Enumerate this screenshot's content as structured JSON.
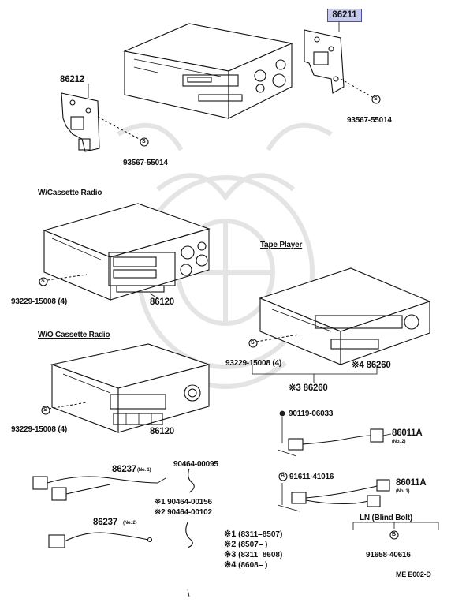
{
  "labels": {
    "p86211": "86211",
    "p86212": "86212",
    "screw_top_right": "93567-55014",
    "screw_top_left": "93567-55014",
    "section_cassette": "W/Cassette Radio",
    "screw_cassette": "93229-15008 (4)",
    "radio_cassette": "86120",
    "section_tape": "Tape Player",
    "section_no_cassette": "W/O Cassette Radio",
    "screw_tape": "93229-15008 (4)",
    "tape_player_4": "※4 86260",
    "tape_player_3": "※3 86260",
    "screw_no_cassette": "93229-15008 (4)",
    "radio_no_cassette": "86120",
    "bolt_90119": "90119-06033",
    "harness_86011a_no2": "86011A",
    "harness_86011a_no2_sub": "(No. 2)",
    "harness_86237_no1": "86237",
    "harness_86237_no1_sub": "(No. 1)",
    "clamp_90464_00095": "90464-00095",
    "bolt_91611": "91611-41016",
    "harness_86011a_no1": "86011A",
    "harness_86011a_no1_sub": "(No. 1)",
    "clamp_1": "※1 90464-00156",
    "clamp_2": "※2 90464-00102",
    "harness_86237_no2": "86237",
    "harness_86237_no2_sub": "(No. 2)",
    "ln_blind_bolt": "LN (Blind Bolt)",
    "blind_bolt": "91658-40616",
    "footer_code": "ME E002-D"
  },
  "notes": [
    {
      "mark": "※1",
      "range": "(8311–8507)"
    },
    {
      "mark": "※2",
      "range": "(8507–          )"
    },
    {
      "mark": "※3",
      "range": "(8311–8608)"
    },
    {
      "mark": "※4",
      "range": "(8608–          )"
    }
  ],
  "symbols": {
    "screw_symbol": "S",
    "bolt_symbol": "B"
  }
}
